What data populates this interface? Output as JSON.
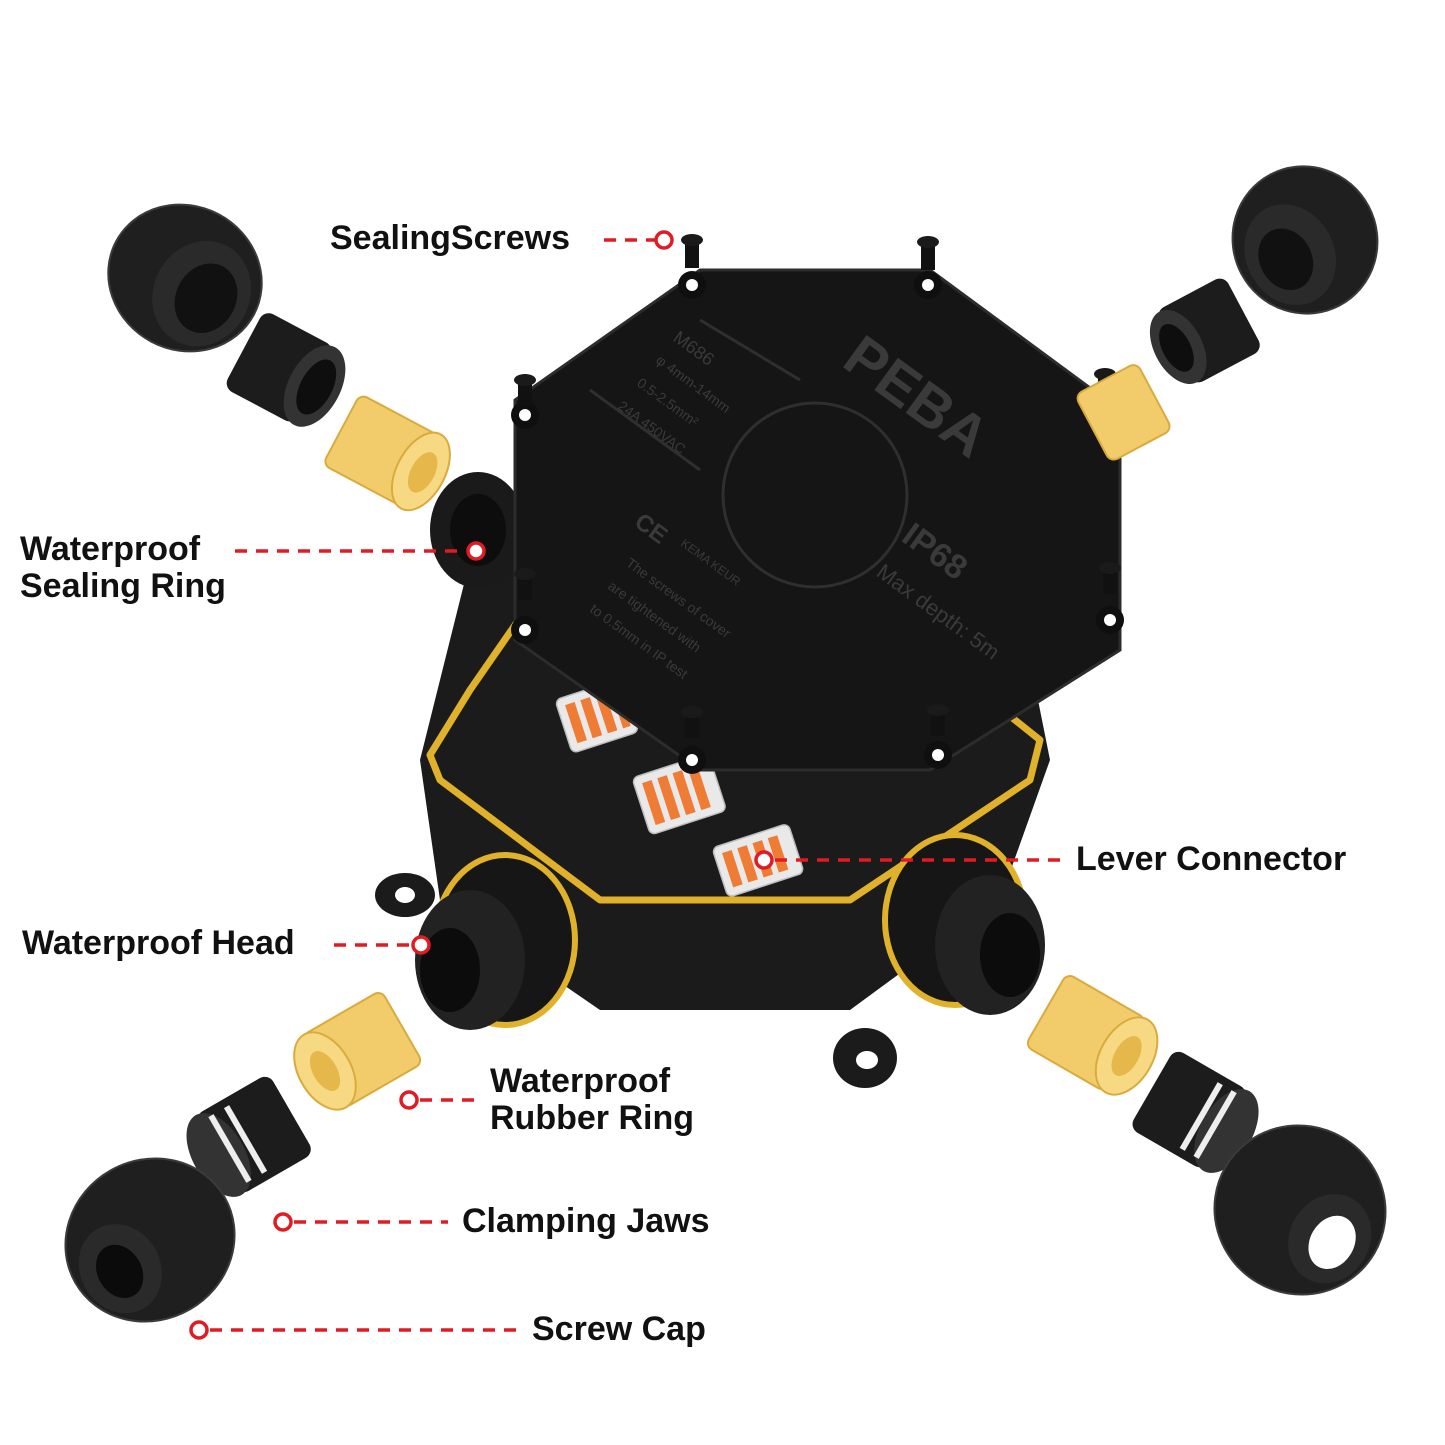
{
  "callouts": {
    "sealing_screws": "SealingScrews",
    "waterproof_sealing_ring": [
      "Waterproof",
      "Sealing Ring"
    ],
    "lever_connector": "Lever Connector",
    "waterproof_head": "Waterproof Head",
    "waterproof_rubber_ring": [
      "Waterproof",
      "Rubber Ring"
    ],
    "clamping_jaws": "Clamping Jaws",
    "screw_cap": "Screw Cap"
  },
  "cover": {
    "brand": "PEBA",
    "model": "M686",
    "spec_diameter": "φ 4mm-14mm",
    "spec_wire": "0.5-2.5mm²",
    "spec_rating": "24A   450VAC",
    "ip_rating": "IP68",
    "max_depth": "Max depth: 5m",
    "ce_mark": "CE",
    "kema_mark": "KEMA KEUR",
    "note": [
      "The screws of cover",
      "are tightened with",
      "to 0.5mm in IP test"
    ]
  },
  "colors": {
    "callout_line": "#e01b24",
    "callout_text": "#111111",
    "housing": "#1b1b1b",
    "gasket": "#e0b12a",
    "rubber_ring": "#f2cc6a",
    "lever_tab": "#ef7c35"
  }
}
